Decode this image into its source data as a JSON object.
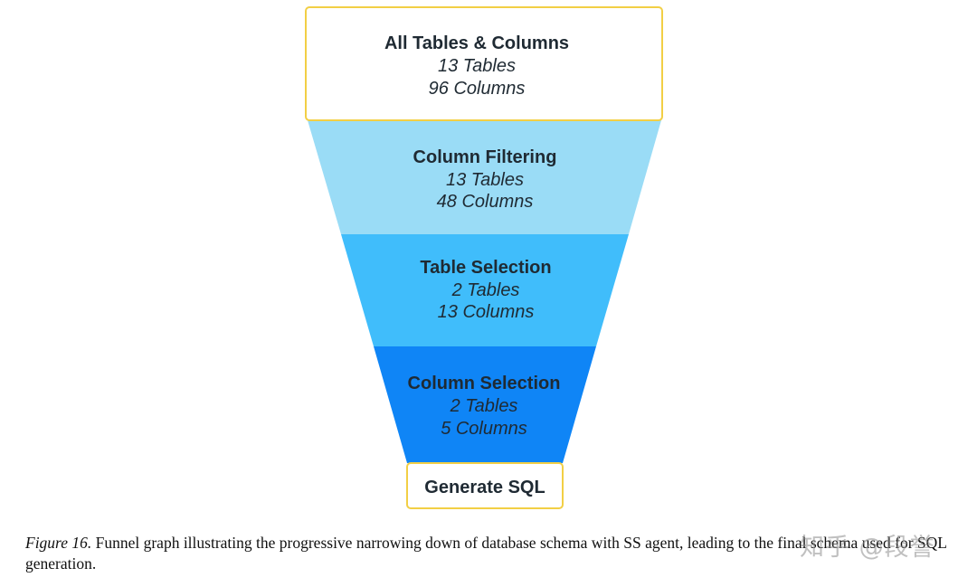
{
  "funnel": {
    "top": {
      "title": "All Tables & Columns",
      "line1": "13 Tables",
      "line2": "96 Columns"
    },
    "stages": [
      {
        "title": "Column Filtering",
        "line1": "13 Tables",
        "line2": "48 Columns",
        "color": "#9adcf6"
      },
      {
        "title": "Table Selection",
        "line1": "2 Tables",
        "line2": "13 Columns",
        "color": "#40bdfb"
      },
      {
        "title": "Column Selection",
        "line1": "2 Tables",
        "line2": "5 Columns",
        "color": "#0f85f6"
      }
    ],
    "bottom": {
      "title": "Generate SQL"
    },
    "box_border_color": "#f2cf45"
  },
  "caption": {
    "figure_label": "Figure 16.",
    "text": " Funnel graph illustrating the progressive narrowing down of database schema with SS agent, leading to the final schema used for SQL generation."
  },
  "watermark": "知乎 @段誉"
}
